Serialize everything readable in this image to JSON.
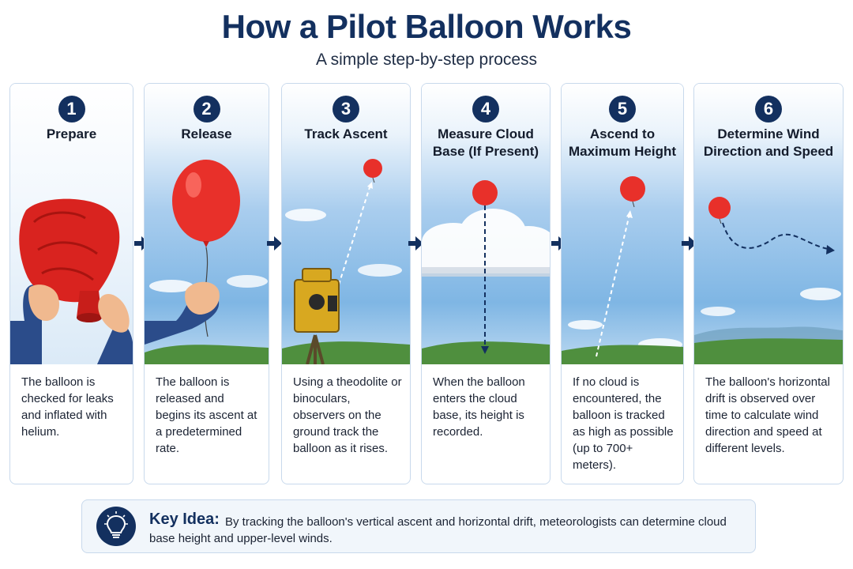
{
  "title": "How a Pilot Balloon Works",
  "subtitle": "A simple step-by-step process",
  "steps": [
    {
      "number": "1",
      "title": "Prepare",
      "text": "The balloon is checked for leaks and inflated with helium."
    },
    {
      "number": "2",
      "title": "Release",
      "text": "The balloon is released and begins its ascent at a predetermined rate."
    },
    {
      "number": "3",
      "title": "Track Ascent",
      "text": "Using a theodolite or binoculars, observers on the ground track the balloon as it rises."
    },
    {
      "number": "4",
      "title": "Measure Cloud Base (If Present)",
      "text": "When the balloon enters the cloud base, its height is recorded."
    },
    {
      "number": "5",
      "title": "Ascend to Maximum Height",
      "text": "If no cloud is encountered, the balloon is tracked as high as possible (up to 700+ meters)."
    },
    {
      "number": "6",
      "title": "Determine Wind Direction and Speed",
      "text": "The balloon's horizontal drift is observed over time to calculate wind direction and speed at different levels."
    }
  ],
  "key_idea": {
    "label": "Key Idea:",
    "text": "By tracking the balloon's vertical ascent and horizontal drift, meteorologists can determine cloud base height and upper-level winds."
  },
  "icons": {
    "flow_arrow": "right-arrow-icon",
    "key_idea": "lightbulb-icon"
  },
  "colors": {
    "navy": "#13305f",
    "balloon_red": "#e8302a",
    "sky": "#8dbfe8",
    "hill_green": "#4f8f3e",
    "card_border": "#c8d9ec"
  }
}
